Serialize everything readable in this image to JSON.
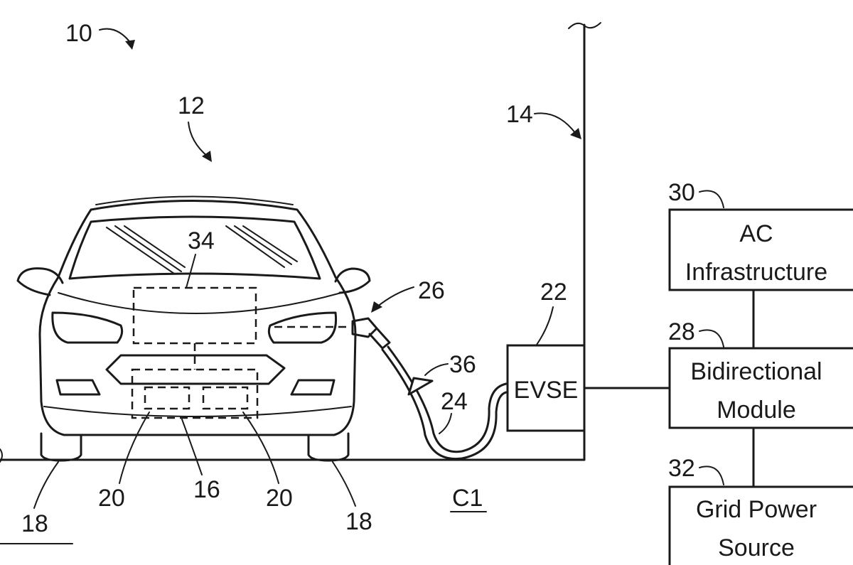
{
  "labels": {
    "system": "10",
    "vehicle": "12",
    "ground_line": "14",
    "battery_pack": "16",
    "wheel_left": "18",
    "wheel_right": "18",
    "cell_left": "20",
    "cell_right": "20",
    "evse_ref": "22",
    "cable": "24",
    "port": "26",
    "bidirectional_ref": "28",
    "ac_ref": "30",
    "grid_ref": "32",
    "controller": "34",
    "flow_arrow": "36",
    "circuit": "C1"
  },
  "boxes": {
    "evse": "EVSE",
    "ac_line1": "AC",
    "ac_line2": "Infrastructure",
    "bidir_line1": "Bidirectional",
    "bidir_line2": "Module",
    "grid_line1": "Grid Power",
    "grid_line2": "Source"
  }
}
